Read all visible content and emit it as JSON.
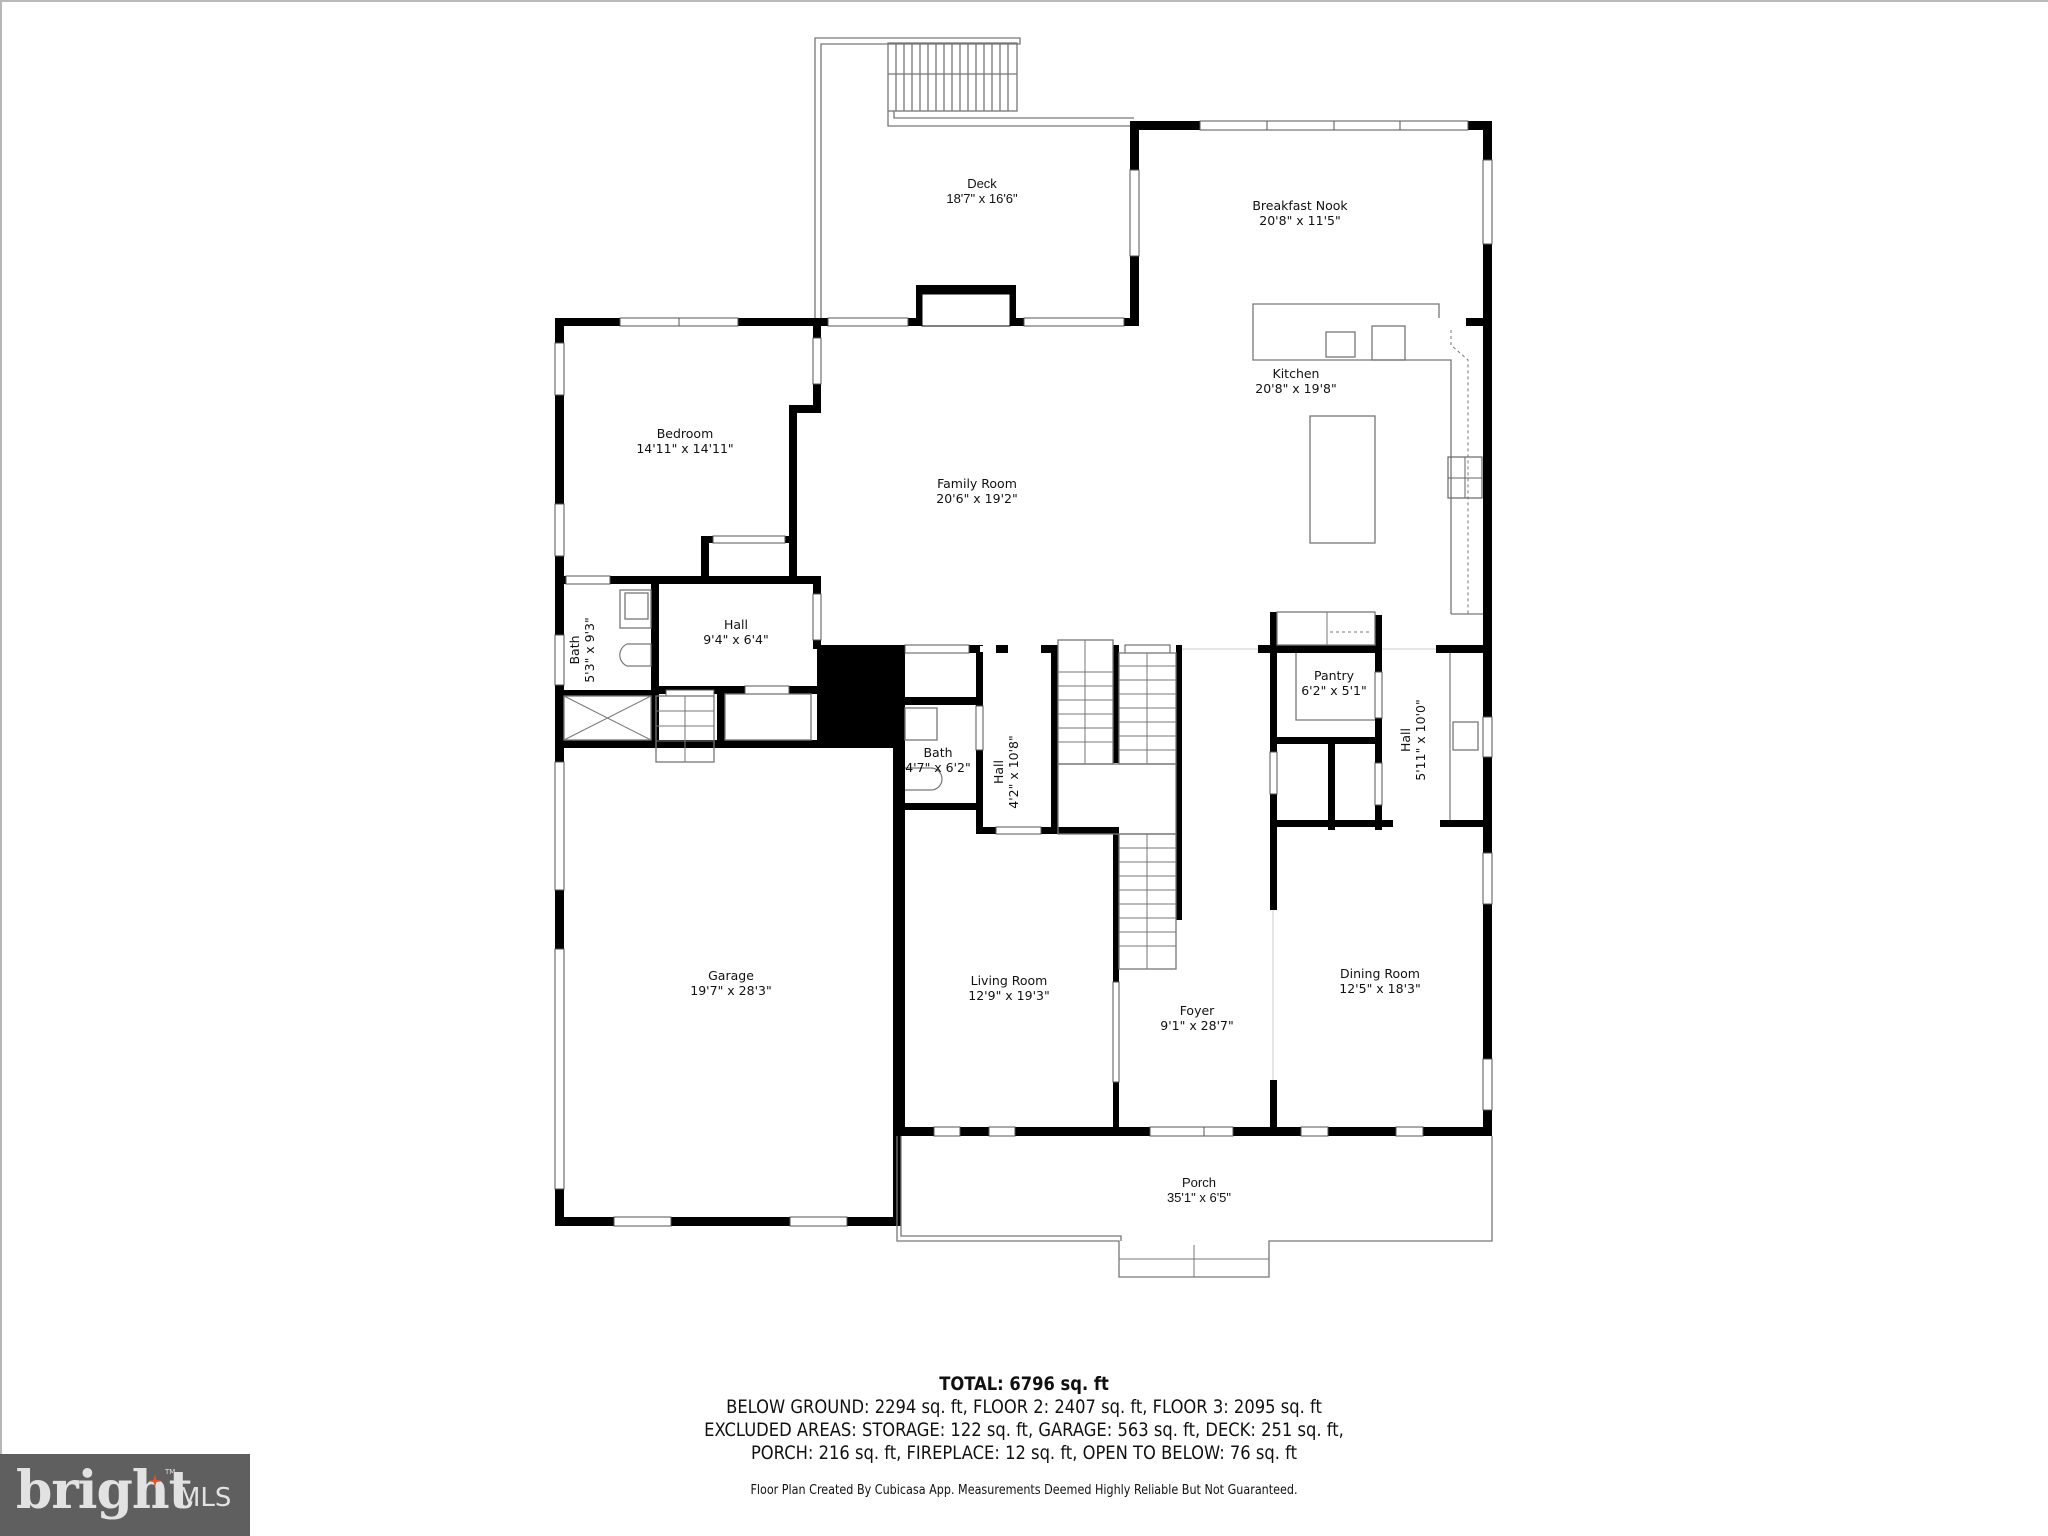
{
  "floor_plan": {
    "rooms": [
      {
        "name": "Deck",
        "dims": "18'7\" x 16'6\""
      },
      {
        "name": "Breakfast Nook",
        "dims": "20'8\" x 11'5\""
      },
      {
        "name": "Kitchen",
        "dims": "20'8\" x 19'8\""
      },
      {
        "name": "Bedroom",
        "dims": "14'11\" x 14'11\""
      },
      {
        "name": "Family Room",
        "dims": "20'6\" x 19'2\""
      },
      {
        "name": "Hall",
        "dims": "9'4\" x 6'4\""
      },
      {
        "name": "Bath",
        "dims": "5'3\" x 9'3\""
      },
      {
        "name": "Bath",
        "dims": "4'7\" x 6'2\""
      },
      {
        "name": "Hall",
        "dims": "4'2\" x 10'8\""
      },
      {
        "name": "Pantry",
        "dims": "6'2\" x 5'1\""
      },
      {
        "name": "Hall",
        "dims": "5'11\" x 10'0\""
      },
      {
        "name": "Garage",
        "dims": "19'7\" x 28'3\""
      },
      {
        "name": "Living Room",
        "dims": "12'9\" x 19'3\""
      },
      {
        "name": "Foyer",
        "dims": "9'1\" x 28'7\""
      },
      {
        "name": "Dining Room",
        "dims": "12'5\" x 18'3\""
      },
      {
        "name": "Porch",
        "dims": "35'1\" x 6'5\""
      }
    ]
  },
  "summary": {
    "total": "TOTAL: 6796 sq. ft",
    "line1": "BELOW GROUND: 2294 sq. ft, FLOOR 2: 2407 sq. ft, FLOOR 3: 2095 sq. ft",
    "line2": "EXCLUDED AREAS: STORAGE: 122 sq. ft, GARAGE: 563 sq. ft, DECK: 251 sq. ft,",
    "line3": "PORCH: 216 sq. ft, FIREPLACE: 12 sq. ft, OPEN TO BELOW: 76 sq. ft",
    "footnote": "Floor Plan Created By Cubicasa App. Measurements Deemed Highly Reliable But Not Guaranteed."
  },
  "logo": {
    "brand": "bright",
    "suffix": "MLS",
    "trademark": "TM",
    "accent_color": "#e0552a",
    "background": "#5f5f5f"
  }
}
